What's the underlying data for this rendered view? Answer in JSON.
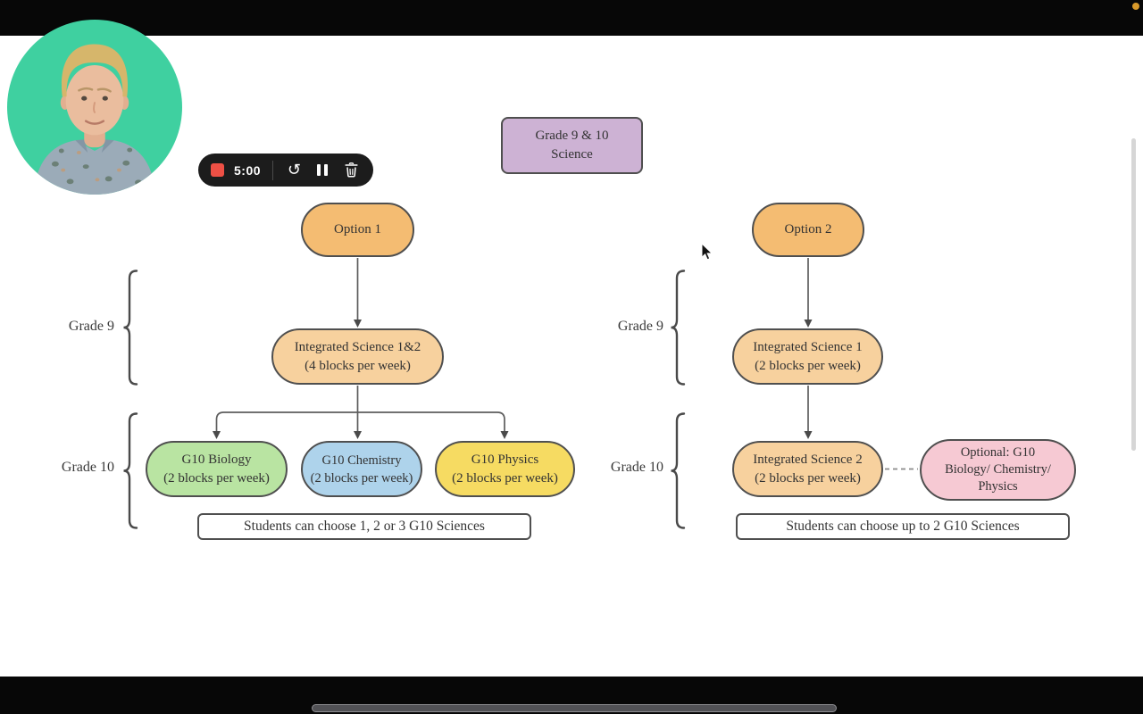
{
  "window": {
    "recording_indicator_color": "#d99a2b",
    "letterbox_color": "#070707"
  },
  "webcam": {
    "bg": "#3fd0a0"
  },
  "recorder": {
    "time": "5:00",
    "stop_color": "#ee5045",
    "restart_glyph": "↺"
  },
  "diagram": {
    "root": {
      "line1": "Grade 9 & 10",
      "line2": "Science",
      "bg": "#cdb2d4"
    },
    "option1": {
      "label": "Option 1",
      "bg": "#f4bc72"
    },
    "option2": {
      "label": "Option 2",
      "bg": "#f4bc72"
    },
    "is12": {
      "line1": "Integrated Science 1&2",
      "line2": "(4 blocks per week)",
      "bg": "#f7d19e"
    },
    "is1": {
      "line1": "Integrated Science 1",
      "line2": "(2 blocks per week)",
      "bg": "#f7d19e"
    },
    "is2": {
      "line1": "Integrated Science 2",
      "line2": "(2 blocks per week)",
      "bg": "#f7d19e"
    },
    "biology": {
      "line1": "G10 Biology",
      "line2": "(2 blocks per week)",
      "bg": "#b9e4a2"
    },
    "chemistry": {
      "line1": "G10 Chemistry",
      "line2": "(2 blocks per week)",
      "bg": "#aed3eb"
    },
    "physics": {
      "line1": "G10 Physics",
      "line2": "(2 blocks per week)",
      "bg": "#f6db62"
    },
    "optional": {
      "line1": "Optional: G10",
      "line2": "Biology/ Chemistry/",
      "line3": "Physics",
      "bg": "#f6c9d3"
    },
    "caption_left": "Students can choose 1, 2 or 3 G10 Sciences",
    "caption_right": "Students can choose up to 2 G10 Sciences",
    "grade9_label": "Grade 9",
    "grade10_label": "Grade 10",
    "connector_color": "#5d5d5d"
  }
}
